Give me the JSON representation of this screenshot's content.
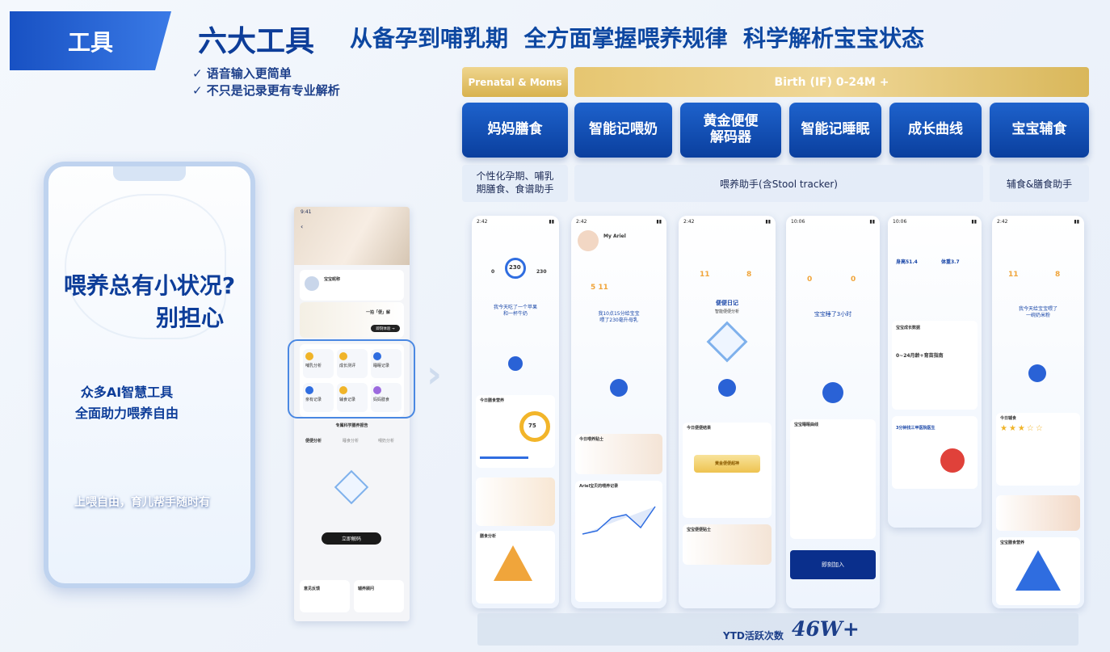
{
  "header": {
    "tag": "工具",
    "title": "六大工具",
    "subtitle": "从备孕到哺乳期  全方面掌握喂养规律  科学解析宝宝状态"
  },
  "checks": [
    "✓ 语音输入更简单",
    "✓ 不只是记录更有专业解析"
  ],
  "left_panel": {
    "headline1": "喂养总有小状况?",
    "headline2": "别担心",
    "line1": "众多AI智慧工具",
    "line2": "全面助力喂养自由",
    "slogan": "上喂自由，育儿帮手随时有"
  },
  "phone_main": {
    "time": "9:41",
    "baby_name": "宝宝昵称",
    "banner_text": "一拍「便」解",
    "banner_btn": "即刻体验 →",
    "grid": [
      {
        "label": "哺乳分析"
      },
      {
        "label": "成长测评"
      },
      {
        "label": "睡眠记录"
      },
      {
        "label": "亲有记录"
      },
      {
        "label": "辅食记录"
      },
      {
        "label": "妈妈膳食"
      }
    ],
    "report_title": "专属科学膳养报告",
    "report_tabs": [
      "便便分析",
      "睡食分析",
      "喂奶分析"
    ],
    "cta": "立即解码",
    "cards": [
      "意见反馈",
      "辅养顾问"
    ]
  },
  "bands": {
    "prenatal": "Prenatal & Moms",
    "birth": "Birth (IF) 0-24M +"
  },
  "tools": [
    {
      "label": "妈妈膳食"
    },
    {
      "label": "智能记喂奶"
    },
    {
      "label": "黄金便便\n解码器"
    },
    {
      "label": "智能记睡眠"
    },
    {
      "label": "成长曲线"
    },
    {
      "label": "宝宝辅食"
    }
  ],
  "descs": {
    "d1": "个性化孕期、哺乳\n期膳食、食谱助手",
    "d2": "喂养助手(含Stool tracker)",
    "d3": "辅食&膳食助手"
  },
  "screens": [
    {
      "time": "2:42",
      "quote": "我今天吃了一个苹果\n和一杯牛奶",
      "n1": "0",
      "ring": "230",
      "n2": "230",
      "pie": "75",
      "sec1": "今日膳食营养",
      "sec2": "膳食分析"
    },
    {
      "time": "2:42",
      "name": "My Ariel",
      "quote": "我10点15分给宝宝\n喂了230毫升母乳",
      "stats": "5  11",
      "sec1": "今日喂养贴士",
      "sec2": "Ariel宝贝的喂养记录"
    },
    {
      "time": "2:42",
      "n1": "11",
      "n2": "8",
      "card": "便便日记",
      "sub": "智能便便分析",
      "badge": "黄金便便超神",
      "sec1": "今日便便结果",
      "sec2": "宝宝便便贴士"
    },
    {
      "time": "10:06",
      "n1": "0",
      "n2": "0",
      "quote": "宝宝睡了3小时",
      "sec1": "宝宝睡眠曲线",
      "cta": "即刻加入"
    },
    {
      "time": "10:06",
      "n1": "身高51.4",
      "n2": "体重3.7",
      "quote": "0~24月龄+育苗指南",
      "sec1": "宝宝成长数据",
      "sub": "3分钟找三甲医院医生"
    },
    {
      "time": "2:42",
      "n1": "11",
      "n2": "8",
      "quote": "我今天给宝宝喂了\n一碗奶米粉",
      "sec1": "今日辅食",
      "sec2": "宝宝膳食营养"
    }
  ],
  "footer": {
    "label": "YTD活跃次数",
    "value": "46W+"
  },
  "colors": {
    "brand": "#0d47a1",
    "tag_bg": "#1b56c4",
    "band_gold": "#e2c26a"
  }
}
